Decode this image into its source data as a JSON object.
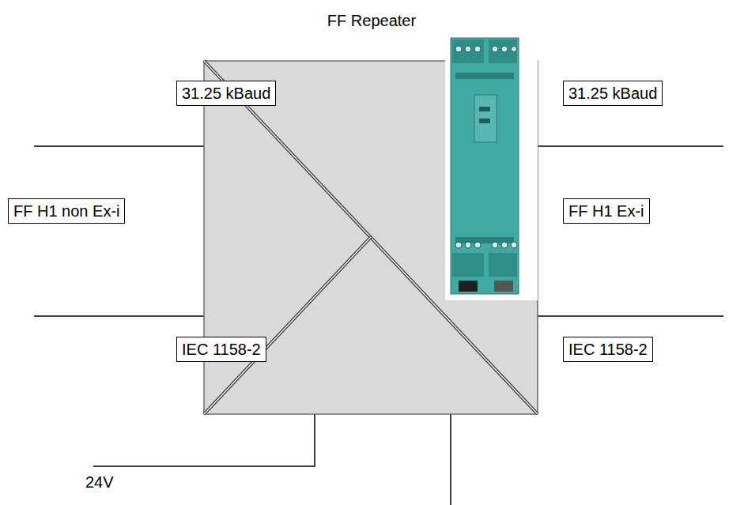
{
  "diagram": {
    "title": "FF Repeater",
    "nodes": [
      {
        "text": [
          "31.25 kBaud"
        ]
      },
      {
        "text": [
          "31.25 kBaud"
        ]
      },
      {
        "text": [
          "FF H1 non Ex-i"
        ]
      },
      {
        "text": [
          "FF H1 Ex-i"
        ]
      },
      {
        "text": [
          "IEC 1158-2"
        ]
      },
      {
        "text": [
          "IEC 1158-2"
        ]
      }
    ],
    "labels": [
      "24V"
    ]
  }
}
